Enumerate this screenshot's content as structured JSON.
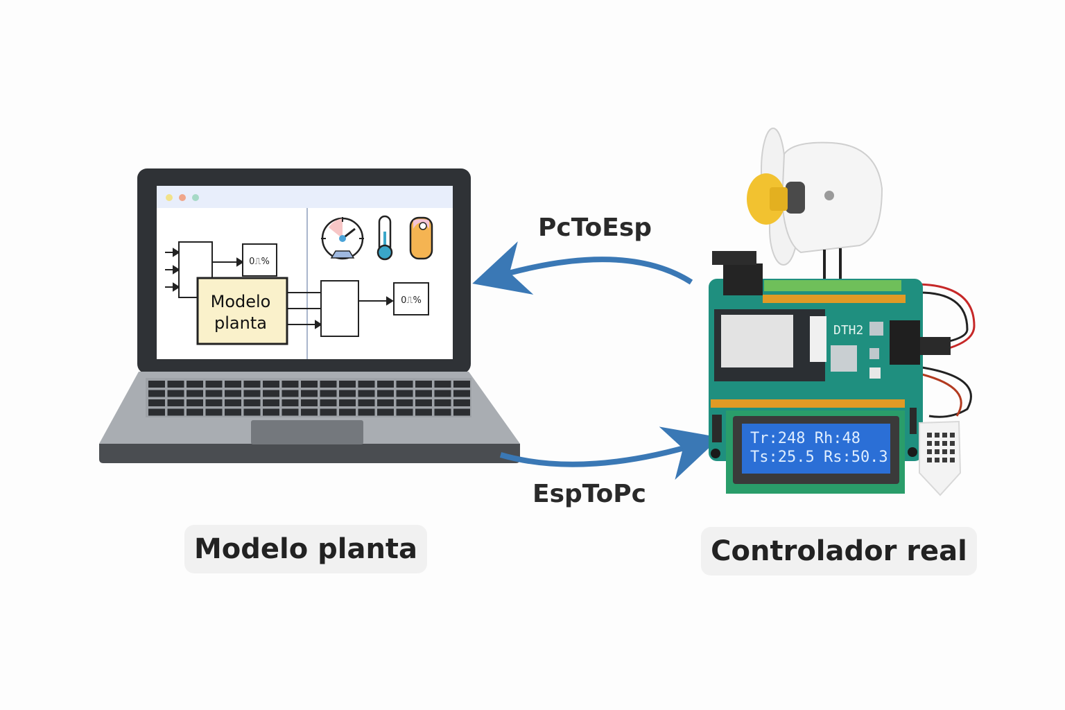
{
  "laptop": {
    "main_block_line1": "Modelo",
    "main_block_line2": "planta",
    "scope_top": "0⎍%",
    "scope_right": "0⎍%",
    "window_dots": [
      "#f2e28a",
      "#f0a68a",
      "#a6d9c6"
    ],
    "icons": [
      "gauge-icon",
      "thermometer-icon",
      "humidity-sensor-icon"
    ]
  },
  "arrows": {
    "top_label": "PcToEsp",
    "bottom_label": "EspToPc",
    "color": "#3a78b5"
  },
  "board": {
    "chip_label": "DTH2",
    "lcd_line1": "Tr:248 Rh:48",
    "lcd_line2": "Ts:25.5 Rs:50.3",
    "lcd_color": "#2b6fd6",
    "pcb_color": "#1f8f7f",
    "icons": [
      "fan-icon",
      "power-jack-icon",
      "dht-sensor-icon"
    ]
  },
  "captions": {
    "left": "Modelo planta",
    "right": "Controlador real"
  }
}
